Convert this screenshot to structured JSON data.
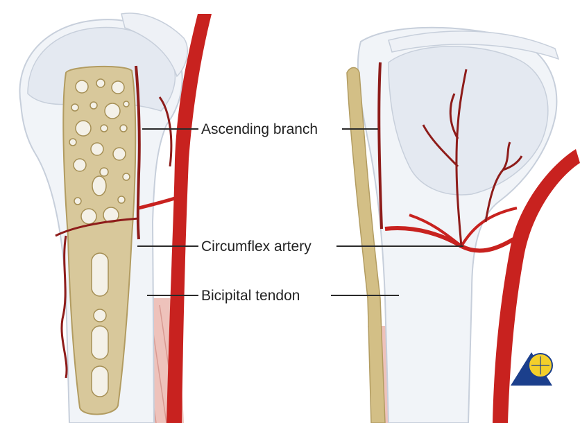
{
  "labels": {
    "ascending_branch": "Ascending branch",
    "circumflex_artery": "Circumflex artery",
    "bicipital_tendon": "Bicipital tendon"
  },
  "colors": {
    "background": "#ffffff",
    "bone_fill": "#f1f4f8",
    "bone_outline": "#c7cfdb",
    "humeral_head": "#e4e9f1",
    "plate": "#d8c89b",
    "plate_outline": "#b29c61",
    "artery": "#c8221f",
    "artery_dark": "#8e1c1a",
    "muscle": "#e8aea4",
    "tendon": "#d3bf86",
    "logo_blue": "#1b3f8c",
    "logo_yellow": "#f3cf2a"
  },
  "icons": {
    "logo": "publisher-triangle-logo"
  }
}
